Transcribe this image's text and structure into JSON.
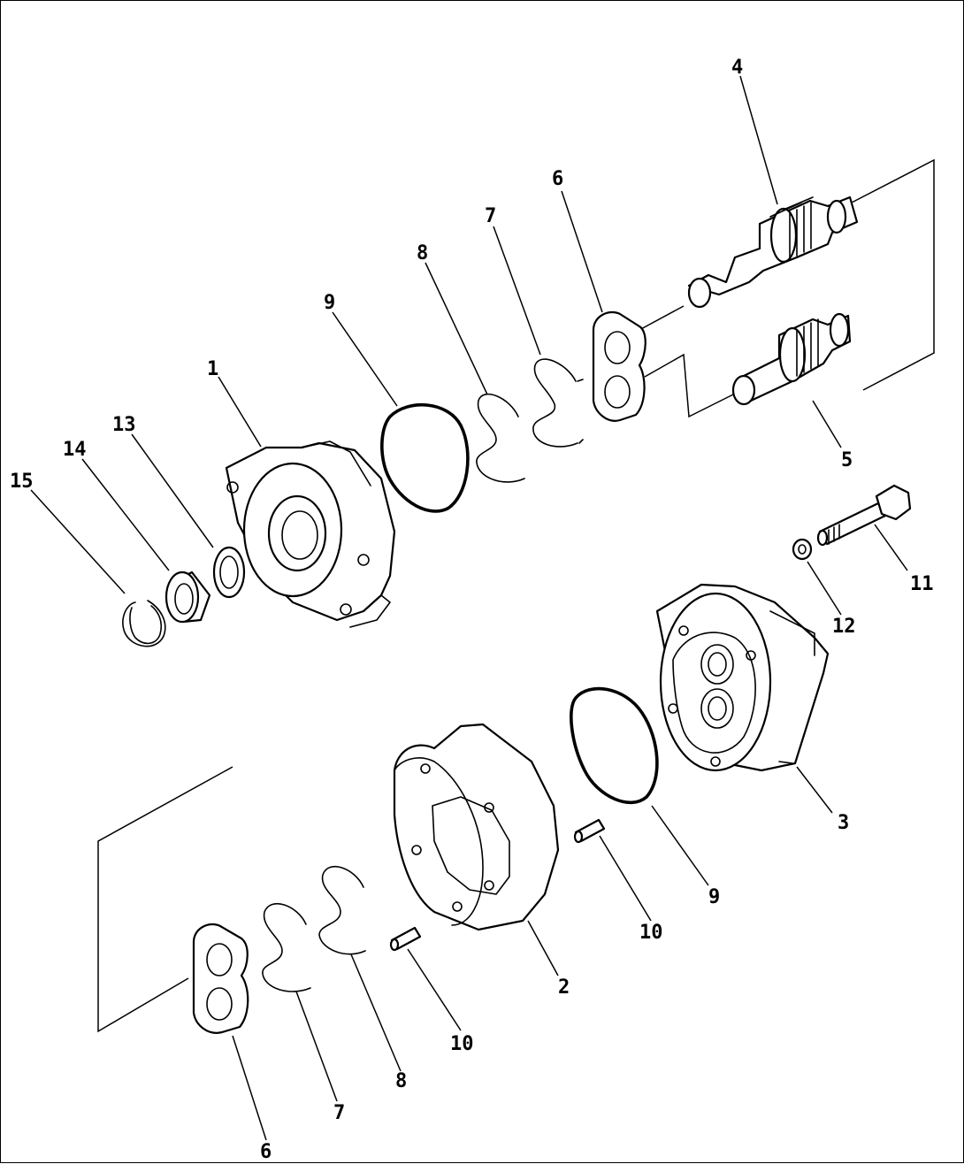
{
  "diagram": {
    "colors": {
      "line": "#000000",
      "background": "#ffffff"
    },
    "callouts": [
      {
        "id": "c1",
        "text": "1"
      },
      {
        "id": "c2",
        "text": "2"
      },
      {
        "id": "c3",
        "text": "3"
      },
      {
        "id": "c4",
        "text": "4"
      },
      {
        "id": "c5",
        "text": "5"
      },
      {
        "id": "c6a",
        "text": "6"
      },
      {
        "id": "c6b",
        "text": "6"
      },
      {
        "id": "c7a",
        "text": "7"
      },
      {
        "id": "c7b",
        "text": "7"
      },
      {
        "id": "c8a",
        "text": "8"
      },
      {
        "id": "c8b",
        "text": "8"
      },
      {
        "id": "c9a",
        "text": "9"
      },
      {
        "id": "c9b",
        "text": "9"
      },
      {
        "id": "c10a",
        "text": "10"
      },
      {
        "id": "c10b",
        "text": "10"
      },
      {
        "id": "c11",
        "text": "11"
      },
      {
        "id": "c12",
        "text": "12"
      },
      {
        "id": "c13",
        "text": "13"
      },
      {
        "id": "c14",
        "text": "14"
      },
      {
        "id": "c15",
        "text": "15"
      }
    ]
  }
}
